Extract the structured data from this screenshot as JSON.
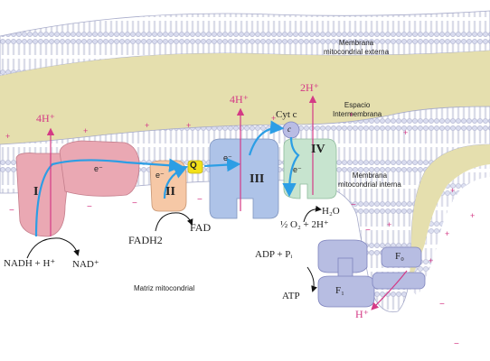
{
  "labels": {
    "outer_membrane": "Membrana\nmitocondrial externa",
    "intermembrane_space": "Espacio\nIntermembrana",
    "inner_membrane": "Membrana\nmitocondrial interna",
    "matrix": "Matriz mitocondrial"
  },
  "complexes": {
    "c1": "I",
    "c2": "II",
    "c3": "III",
    "c4": "IV",
    "q": "Q",
    "cytc": "Cyt c",
    "cytc_short": "c",
    "f0": "F₀",
    "f1": "F₁"
  },
  "electron_label": "e⁻",
  "protons": {
    "c1": "4H⁺",
    "c3": "4H⁺",
    "c4": "2H⁺",
    "atp_synthase": "H⁺"
  },
  "reactions": {
    "nadh": "NADH + H⁺",
    "nad": "NAD⁺",
    "fadh2": "FADH2",
    "fad": "FAD",
    "o2": "½ O₂ + 2H⁺",
    "h2o": "H₂O",
    "adp": "ADP + Pᵢ",
    "atp": "ATP"
  },
  "charges": {
    "positive": "+",
    "negative": "−"
  },
  "colors": {
    "membrane": "#c9cde8",
    "intermembrane": "#e5dfae",
    "complex_I": "#eaa8b3",
    "complex_II": "#f6c8a6",
    "complex_III": "#aec3e8",
    "complex_IV": "#c7e4cf",
    "atp_synthase": "#b7bde2",
    "electron_path": "#2c9ee5",
    "proton": "#d43a86",
    "quinone": "#f2e019"
  }
}
